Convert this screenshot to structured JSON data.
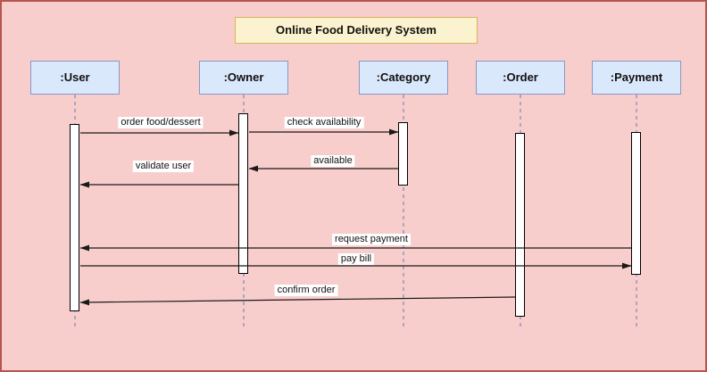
{
  "colors": {
    "canvas_bg": "#f8cecc",
    "canvas_border": "#b85450",
    "lifeline_fill": "#dae8fc",
    "lifeline_border": "#8a97c6",
    "title_fill": "#fbf2cf",
    "title_border": "#d6b656",
    "lifeline_dash": "#7c89bd",
    "message_line": "#1a1a1a",
    "activation_fill": "#ffffff",
    "activation_border": "#000000"
  },
  "diagram": {
    "type": "uml-sequence-diagram",
    "title": "Online Food Delivery System",
    "lifelines": [
      {
        "label": ":User"
      },
      {
        "label": ":Owner"
      },
      {
        "label": ":Category"
      },
      {
        "label": ":Order"
      },
      {
        "label": ":Payment"
      }
    ],
    "messages": [
      {
        "label": "order food/dessert",
        "from": ":User",
        "to": ":Owner"
      },
      {
        "label": "check availability",
        "from": ":Owner",
        "to": ":Category"
      },
      {
        "label": "available",
        "from": ":Category",
        "to": ":Owner"
      },
      {
        "label": "validate user",
        "from": ":Owner",
        "to": ":User"
      },
      {
        "label": "request payment",
        "from": ":Payment",
        "to": ":User"
      },
      {
        "label": "pay bill",
        "from": ":User",
        "to": ":Payment"
      },
      {
        "label": "confirm order",
        "from": ":Order",
        "to": ":User"
      }
    ]
  }
}
